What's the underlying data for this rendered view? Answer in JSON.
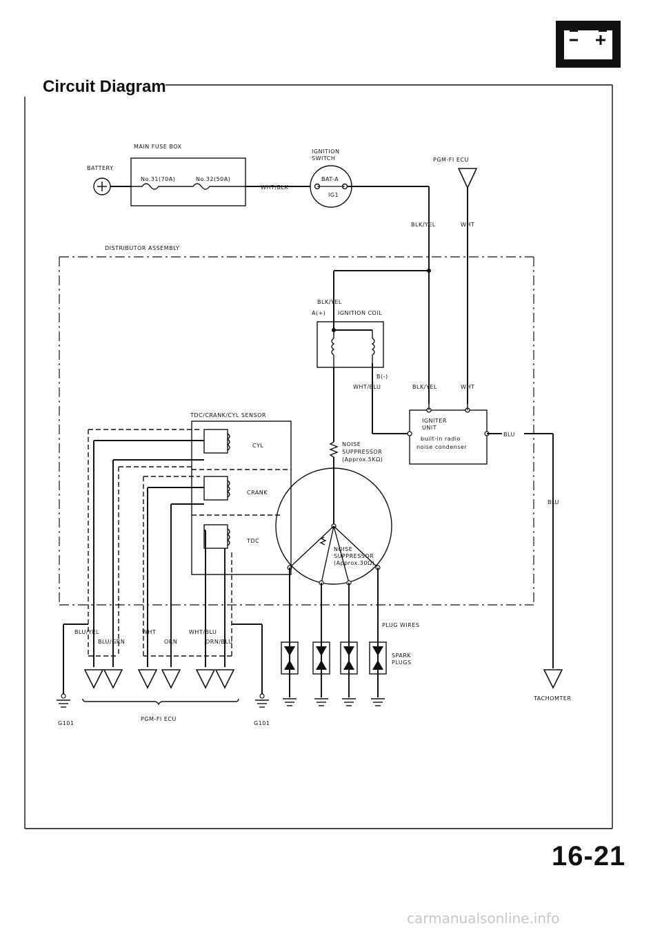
{
  "header": {
    "title": "Circuit Diagram"
  },
  "page_number": "16-21",
  "watermark": "carmanualsonline.info",
  "icons": {
    "battery_tab": "battery-icon"
  },
  "labels": {
    "main_fuse_box": "MAIN FUSE BOX",
    "battery": "BATTERY",
    "fuse_31": "No.31(70A)",
    "fuse_32": "No.32(50A)",
    "wht_blk": "WHT/BLK",
    "ignition_switch_1": "IGNITION",
    "ignition_switch_2": "SWITCH",
    "bat_a": "BAT-A",
    "ig1": "IG1",
    "pgm_fi_ecu_top": "PGM-FI ECU",
    "blk_yel_top": "BLK/YEL",
    "wht_top": "WHT",
    "distributor_assembly": "DISTRIBUTOR ASSEMBLY",
    "blk_yel_coil": "BLK/YEL",
    "a_plus": "A(+)",
    "ignition_coil": "IGNITION COIL",
    "b_minus": "B(-)",
    "wht_blu_coil": "WHT/BLU",
    "blk_yel_igniter": "BLK/YEL",
    "wht_igniter": "WHT",
    "tdc_sensor": "TDC/CRANK/CYL SENSOR",
    "cyl": "CYL",
    "crank": "CRANK",
    "tdc": "TDC",
    "igniter_1": "IGNITER",
    "igniter_2": "UNIT",
    "igniter_3": "built-in radio",
    "igniter_4": "noise condenser",
    "blu_igniter": "BLU",
    "noise_1": "NOISE",
    "noise_2": "SUPPRESSOR",
    "noise_3": "(Approx.5KΩ)",
    "noise_b1": "NOISE",
    "noise_b2": "SUPPRESSOR",
    "noise_b3": "(Approx.30Ω)",
    "blu_right": "BLU",
    "plug_wires": "PLUG WIRES",
    "spark_1": "SPARK",
    "spark_2": "PLUGS",
    "blu_yel": "BLU/YEL",
    "blu_grn": "BLU/GRN",
    "wht_bottom": "WHT",
    "orn": "ORN",
    "wht_blu_bottom": "WHT/BLU",
    "orn_blu": "ORN/BLU",
    "pgm_fi_ecu_bottom": "PGM-FI ECU",
    "g101_left": "G101",
    "g101_right": "G101",
    "tachometer": "TACHOMTER"
  }
}
